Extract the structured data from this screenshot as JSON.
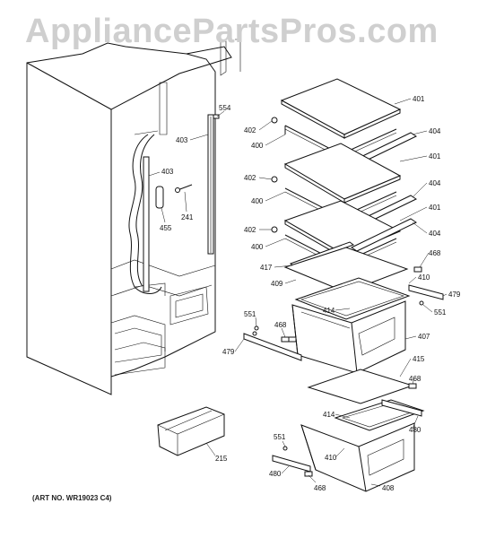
{
  "watermark": "AppliancePartsPros.com",
  "art_number": "(ART NO. WR19023 C4)",
  "part_labels": [
    {
      "id": "554",
      "text": "554"
    },
    {
      "id": "403a",
      "text": "403"
    },
    {
      "id": "403b",
      "text": "403"
    },
    {
      "id": "241",
      "text": "241"
    },
    {
      "id": "455",
      "text": "455"
    },
    {
      "id": "401a",
      "text": "401"
    },
    {
      "id": "402a",
      "text": "402"
    },
    {
      "id": "400a",
      "text": "400"
    },
    {
      "id": "404a",
      "text": "404"
    },
    {
      "id": "401b",
      "text": "401"
    },
    {
      "id": "402b",
      "text": "402"
    },
    {
      "id": "404b",
      "text": "404"
    },
    {
      "id": "400b",
      "text": "400"
    },
    {
      "id": "401c",
      "text": "401"
    },
    {
      "id": "402c",
      "text": "402"
    },
    {
      "id": "404c",
      "text": "404"
    },
    {
      "id": "400c",
      "text": "400"
    },
    {
      "id": "468a",
      "text": "468"
    },
    {
      "id": "417",
      "text": "417"
    },
    {
      "id": "410a",
      "text": "410"
    },
    {
      "id": "409",
      "text": "409"
    },
    {
      "id": "479a",
      "text": "479"
    },
    {
      "id": "414a",
      "text": "414"
    },
    {
      "id": "551a",
      "text": "551"
    },
    {
      "id": "551b",
      "text": "551"
    },
    {
      "id": "468b",
      "text": "468"
    },
    {
      "id": "407",
      "text": "407"
    },
    {
      "id": "479b",
      "text": "479"
    },
    {
      "id": "415",
      "text": "415"
    },
    {
      "id": "468c",
      "text": "468"
    },
    {
      "id": "414b",
      "text": "414"
    },
    {
      "id": "480a",
      "text": "480"
    },
    {
      "id": "215",
      "text": "215"
    },
    {
      "id": "551c",
      "text": "551"
    },
    {
      "id": "410b",
      "text": "410"
    },
    {
      "id": "480b",
      "text": "480"
    },
    {
      "id": "468d",
      "text": "468"
    },
    {
      "id": "408",
      "text": "408"
    }
  ]
}
